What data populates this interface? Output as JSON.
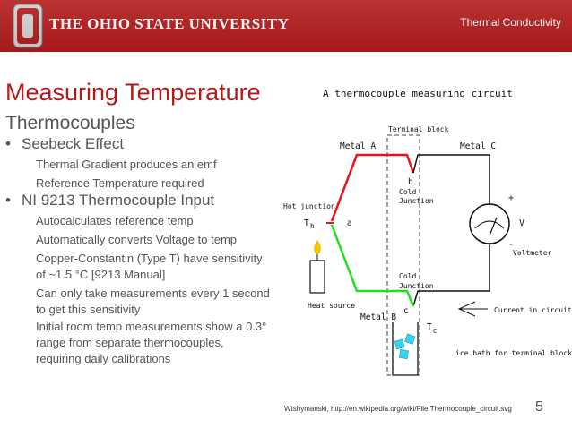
{
  "header": {
    "university_name": "THE OHIO STATE UNIVERSITY",
    "logo_letter": "O",
    "section_title": "Thermal Conductivity",
    "brand_color": "#b31b1b"
  },
  "slide": {
    "title": "Measuring Temperature",
    "subtitle": "Thermocouples",
    "bullets": [
      {
        "text": "Seebeck Effect",
        "sub": [
          "Thermal Gradient produces an emf",
          "Reference Temperature required"
        ]
      },
      {
        "text": "NI 9213 Thermocouple Input",
        "sub": [
          "Autocalculates reference temp",
          "Automatically converts Voltage to temp",
          "Copper-Constantin (Type T) have sensitivity of ~1.5 °C [9213 Manual]",
          "Can only take measurements every 1 second to get this sensitivity",
          "Initial room temp measurements show a 0.3° range from separate thermocouples, requiring daily calibrations"
        ]
      }
    ],
    "citation": "Wtshymanski, http://en.wikipedia.org/wiki/File:Thermocouple_circuit.svg",
    "page_number": "5"
  },
  "diagram": {
    "title": "A thermocouple measuring circuit",
    "labels": {
      "terminal_block": "Terminal block",
      "metal_a": "Metal A",
      "metal_c": "Metal C",
      "b": "b",
      "cold_junction_1a": "Cold",
      "cold_junction_1b": "Junction",
      "hot_junction": "Hot junction",
      "t_main": "T",
      "t_h": "h",
      "a": "a",
      "plus": "+",
      "v": "V",
      "minus": "-",
      "voltmeter": "Voltmeter",
      "cold_junction_2a": "Cold",
      "cold_junction_2b": "Junction",
      "heat_source": "Heat source",
      "c": "c",
      "current": "Current in circuit",
      "metal_b": "Metal B",
      "t_c_main": "T",
      "t_c_sub": "C",
      "ice_bath": "ice bath for terminal block"
    },
    "colors": {
      "metal_a": "#e8141a",
      "metal_b": "#22e022",
      "metal_c": "#111111",
      "ice": "#34d3f2",
      "flame": "#f7c900"
    }
  }
}
